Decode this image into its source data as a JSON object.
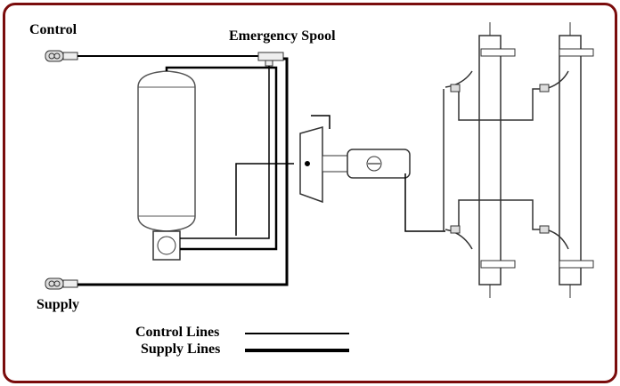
{
  "labels": {
    "control": "Control",
    "emergency_spool": "Emergency Spool",
    "supply": "Supply"
  },
  "legend": {
    "control_lines": "Control Lines",
    "supply_lines": "Supply Lines"
  },
  "colors": {
    "border": "#7a0c0c",
    "lines": "#000000"
  }
}
